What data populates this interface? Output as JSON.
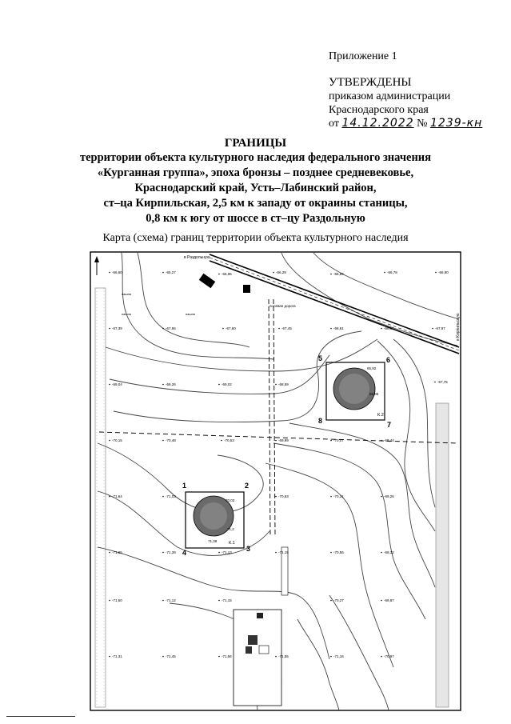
{
  "appendix_label": "Приложение 1",
  "approval": {
    "status": "УТВЕРЖДЕНЫ",
    "line1": "приказом администрации",
    "line2": "Краснодарского края",
    "from_label": "от",
    "date_handwritten": "14.12.2022",
    "number_label": "№",
    "number_handwritten": "1239-кн"
  },
  "heading": {
    "title": "ГРАНИЦЫ",
    "line1": "территории объекта культурного наследия федерального значения",
    "line2": "«Курганная группа», эпоха бронзы – позднее средневековье,",
    "line3": "Краснодарский край, Усть–Лабинский район,",
    "line4": "ст–ца Кирпильская, 2,5 км к западу от окраины станицы,",
    "line5": "0,8 км к югу от шоссе в ст–цу Раздольную"
  },
  "map_caption": "Карта (схема) границ территории объекта культурного наследия",
  "map": {
    "road_label": "в Раздольную",
    "road_label_right": "в Кирпильскую",
    "track_label": "полевая дорога",
    "field_labels": [
      "пашня",
      "пашня",
      "пашня"
    ],
    "elevations": [
      "-66,60",
      "-65,27",
      "-66,96",
      "-66,29",
      "-66,85",
      "-66,78",
      "-66,90",
      "-67,39",
      "-67,66",
      "-67,60",
      "-67,45",
      "-68,61",
      "-68,51",
      "-67,97",
      "-69,04",
      "-69,26",
      "-69,02",
      "-68,59",
      "-67,75",
      "-70,15",
      "-70,48",
      "-70,53",
      "-69,99",
      "-70,07",
      "-69,44",
      "-71,64",
      "-71,03",
      "-70,63",
      "-70,21",
      "-69,26",
      "-71,65",
      "-71,39",
      "-71,13",
      "-71,15",
      "-70,56",
      "-68,32",
      "-71,60",
      "-71,12",
      "-71,15",
      "-70,27",
      "-69,87",
      "-71,31",
      "-71,45",
      "-71,56",
      "-71,55",
      "-71,16",
      "-70,97"
    ],
    "mound_heights": [
      "65,92",
      "66,06",
      "70,03",
      "71,2",
      "71,38"
    ],
    "mound_labels": [
      "К.2",
      "К.1"
    ],
    "corner_points": [
      "1",
      "2",
      "3",
      "4",
      "5",
      "6",
      "7",
      "8"
    ]
  }
}
